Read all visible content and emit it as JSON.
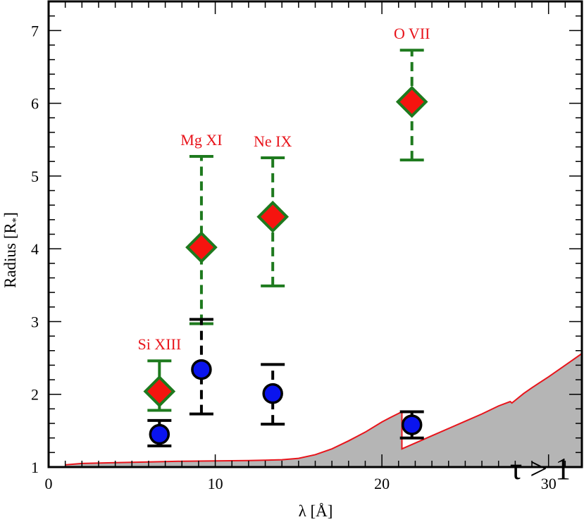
{
  "chart_data": {
    "type": "scatter",
    "xlabel": "λ  [Å]",
    "ylabel": "Radius [R",
    "ylabel_sub": "*",
    "ylabel_close": "]",
    "xlim": [
      0,
      32
    ],
    "ylim": [
      1,
      7.4
    ],
    "x_ticks": [
      0,
      10,
      20,
      30
    ],
    "x_tick_labels": [
      "0",
      "10",
      "20",
      "30"
    ],
    "y_ticks": [
      1,
      2,
      3,
      4,
      5,
      6,
      7
    ],
    "y_tick_labels": [
      "1",
      "2",
      "3",
      "4",
      "5",
      "6",
      "7"
    ],
    "grid": false,
    "annotations": [
      "Si XIII",
      "Mg XI",
      "Ne IX",
      "O VII"
    ],
    "region_label": "τ > 1",
    "colors": {
      "diamond_fill": "#f5140f",
      "diamond_edge": "#1e7a1e",
      "diamond_errorbar": "#1e7a1e",
      "circle_fill": "#0a14ee",
      "circle_edge": "#000000",
      "circle_errorbar": "#000000",
      "tau_fill": "#b5b5b5",
      "tau_edge": "#e8141b",
      "label": "#e8141b"
    },
    "series": [
      {
        "marker": "diamond",
        "points": [
          {
            "x": 6.65,
            "y": 2.04,
            "ylow": 1.78,
            "yhigh": 2.46,
            "label": "Si XIII",
            "style": "solid"
          },
          {
            "x": 9.17,
            "y": 4.02,
            "ylow": 2.97,
            "yhigh": 5.27,
            "label": "Mg XI",
            "style": "dashed"
          },
          {
            "x": 13.45,
            "y": 4.44,
            "ylow": 3.49,
            "yhigh": 5.25,
            "label": "Ne IX",
            "style": "dashed"
          },
          {
            "x": 21.8,
            "y": 6.02,
            "ylow": 5.22,
            "yhigh": 6.73,
            "label": "O VII",
            "style": "dashed"
          }
        ]
      },
      {
        "marker": "circle",
        "points": [
          {
            "x": 6.65,
            "y": 1.45,
            "ylow": 1.29,
            "yhigh": 1.64,
            "style": "solid"
          },
          {
            "x": 9.17,
            "y": 2.34,
            "ylow": 1.73,
            "yhigh": 3.03,
            "style": "dashed"
          },
          {
            "x": 13.45,
            "y": 2.01,
            "ylow": 1.59,
            "yhigh": 2.41,
            "style": "dashed"
          },
          {
            "x": 21.8,
            "y": 1.58,
            "ylow": 1.4,
            "yhigh": 1.76,
            "style": "solid"
          }
        ]
      }
    ],
    "tau_curve": {
      "x": [
        1.0,
        2,
        4,
        6,
        8,
        10,
        12,
        14,
        15,
        16,
        17,
        18,
        19,
        20,
        20.5,
        21.2,
        21.2,
        22,
        23,
        24,
        25,
        26,
        27,
        27.7,
        27.8,
        28.5,
        29,
        30,
        31,
        32
      ],
      "y": [
        1.03,
        1.05,
        1.06,
        1.07,
        1.08,
        1.085,
        1.09,
        1.1,
        1.12,
        1.17,
        1.25,
        1.36,
        1.48,
        1.62,
        1.68,
        1.76,
        1.25,
        1.33,
        1.43,
        1.53,
        1.63,
        1.73,
        1.84,
        1.9,
        1.88,
        2.01,
        2.09,
        2.24,
        2.4,
        2.56
      ]
    }
  }
}
